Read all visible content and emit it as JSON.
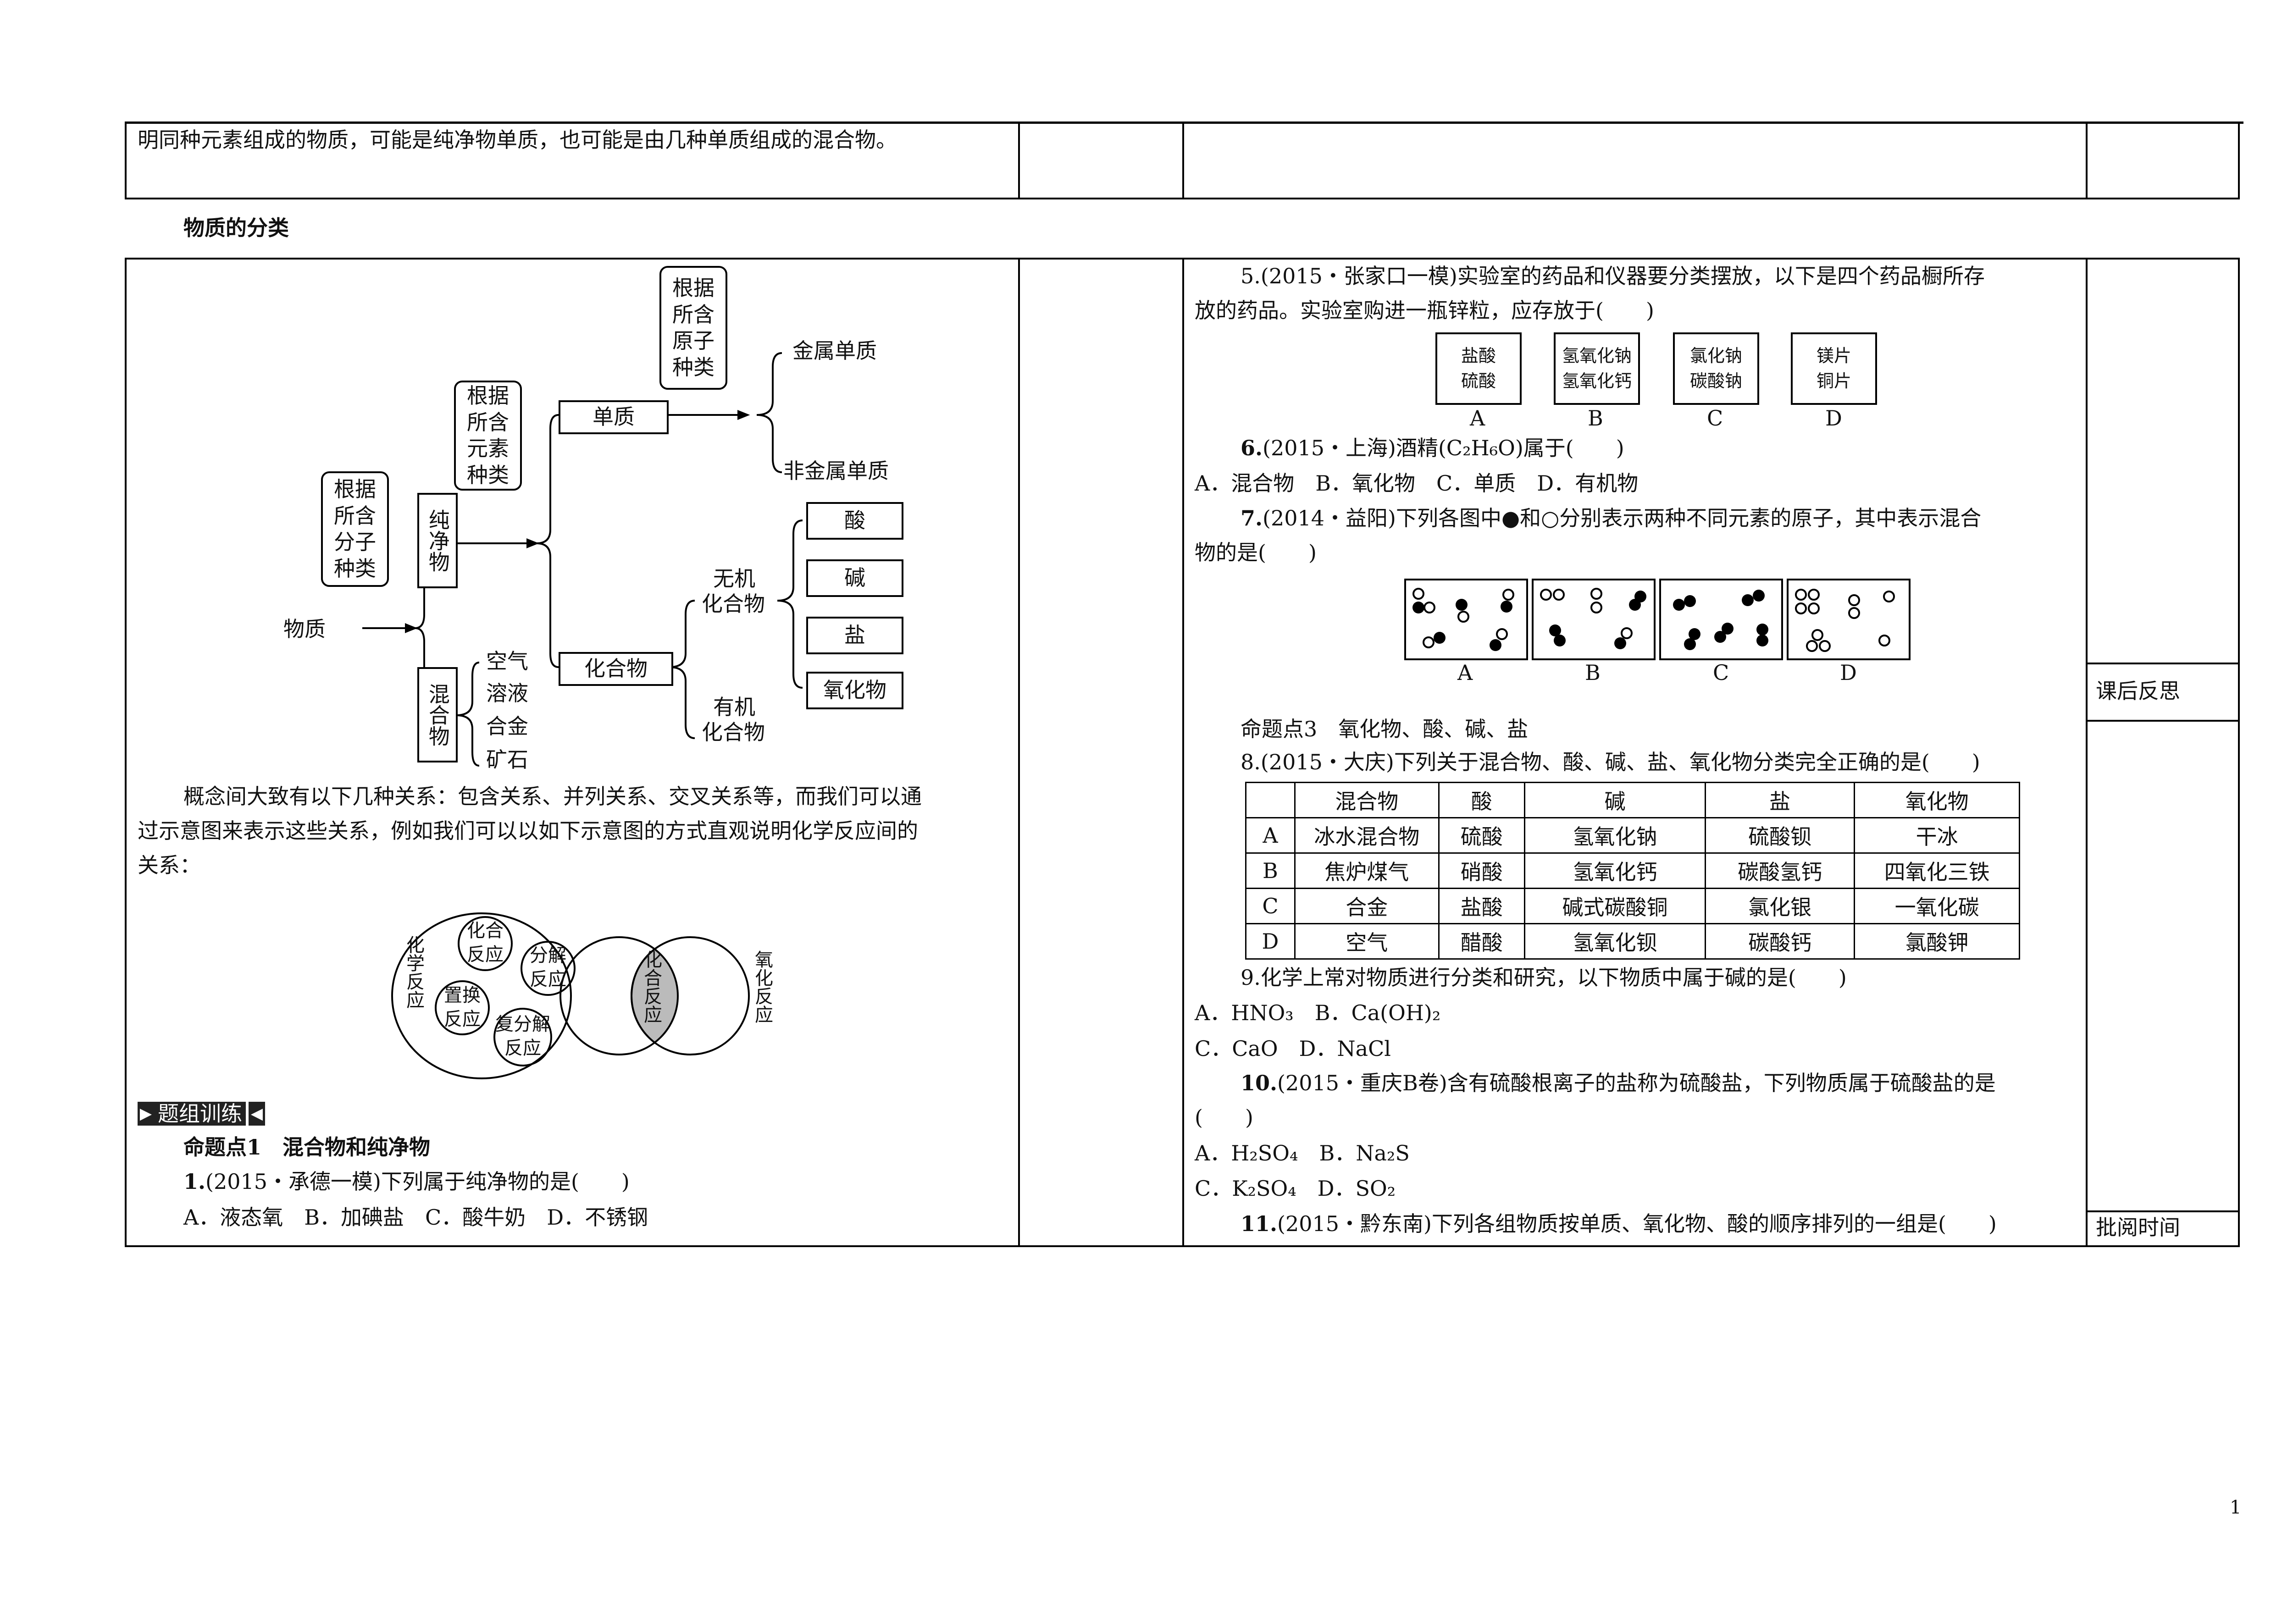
{
  "top_row": {
    "text": "明同种元素组成的物质，可能是纯净物单质，也可能是由几种单质组成的混合物。"
  },
  "section_heading": "物质的分类",
  "tree": {
    "root": "物质",
    "criterion_molecule": "根据所含分子种类",
    "pure": "纯净物",
    "mixture": "混合物",
    "criterion_element": "根据所含元素种类",
    "element": "单质",
    "compound": "化合物",
    "criterion_atom": "根据所含原子种类",
    "metal_element": "金属单质",
    "nonmetal_element": "非金属单质",
    "inorganic_line1": "无机",
    "inorganic_line2": "化合物",
    "organic_line1": "有机",
    "organic_line2": "化合物",
    "acid": "酸",
    "base": "碱",
    "salt": "盐",
    "oxide": "氧化物",
    "mixture_examples": [
      "空气",
      "溶液",
      "合金",
      "矿石"
    ]
  },
  "concept_paragraph": [
    "概念间大致有以下几种关系：包含关系、并列关系、交叉关系等，而我们可以通",
    "过示意图来表示这些关系，例如我们可以以如下示意图的方式直观说明化学反应间的",
    "关系："
  ],
  "venn_left": {
    "outer": "化学反应",
    "inner": [
      "化合反应",
      "分解反应",
      "置换反应",
      "复分解反应"
    ]
  },
  "venn_right": {
    "left": "化合反应",
    "right": "氧化反应"
  },
  "practice_badge": "题组训练",
  "topic1": "命题点1　混合物和纯净物",
  "q1": {
    "num": "1.",
    "stem": "(2015・承德一模)下列属于纯净物的是(　　)",
    "options": "A．液态氧　B．加碘盐　C．酸牛奶　D．不锈钢"
  },
  "q5": {
    "line1": "5.(2015・张家口一模)实验室的药品和仪器要分类摆放，以下是四个药品橱所存",
    "line2": "放的药品。实验室购进一瓶锌粒，应存放于(　　)",
    "cabinets": [
      {
        "top": "盐酸",
        "bottom": "硫酸",
        "label": "A"
      },
      {
        "top": "氢氧化钠",
        "bottom": "氢氧化钙",
        "label": "B"
      },
      {
        "top": "氯化钠",
        "bottom": "碳酸钠",
        "label": "C"
      },
      {
        "top": "镁片",
        "bottom": "铜片",
        "label": "D"
      }
    ]
  },
  "q6": {
    "num": "6.",
    "stem": "(2015・上海)酒精(C₂H₆O)属于(　　)",
    "options": "A．混合物　B．氧化物　C．单质　D．有机物"
  },
  "q7": {
    "num": "7.",
    "line1": "(2014・益阳)下列各图中●和○分别表示两种不同元素的原子，其中表示混合",
    "line2": "物的是(　　)",
    "labels": [
      "A",
      "B",
      "C",
      "D"
    ]
  },
  "topic3": "命题点3　氧化物、酸、碱、盐",
  "q8": {
    "stem": "8.(2015・大庆)下列关于混合物、酸、碱、盐、氧化物分类完全正确的是(　　)",
    "headers": [
      "",
      "混合物",
      "酸",
      "碱",
      "盐",
      "氧化物"
    ],
    "rows": [
      [
        "A",
        "冰水混合物",
        "硫酸",
        "氢氧化钠",
        "硫酸钡",
        "干冰"
      ],
      [
        "B",
        "焦炉煤气",
        "硝酸",
        "氢氧化钙",
        "碳酸氢钙",
        "四氧化三铁"
      ],
      [
        "C",
        "合金",
        "盐酸",
        "碱式碳酸铜",
        "氯化银",
        "一氧化碳"
      ],
      [
        "D",
        "空气",
        "醋酸",
        "氢氧化钡",
        "碳酸钙",
        "氯酸钾"
      ]
    ]
  },
  "q9": {
    "stem": "9.化学上常对物质进行分类和研究，以下物质中属于碱的是(　　)",
    "opt1": "A．HNO₃　B．Ca(OH)₂",
    "opt2": "C．CaO　D．NaCl"
  },
  "q10": {
    "num": "10.",
    "line1": "(2015・重庆B卷)含有硫酸根离子的盐称为硫酸盐，下列物质属于硫酸盐的是",
    "line2": "(　　)",
    "opt1": "A．H₂SO₄　B．Na₂S",
    "opt2": "C．K₂SO₄　D．SO₂"
  },
  "q11": {
    "num": "11.",
    "stem": "(2015・黔东南)下列各组物质按单质、氧化物、酸的顺序排列的一组是(　　)"
  },
  "side_labels": {
    "reflection": "课后反思",
    "review_time": "批阅时间"
  },
  "page_number": "1"
}
